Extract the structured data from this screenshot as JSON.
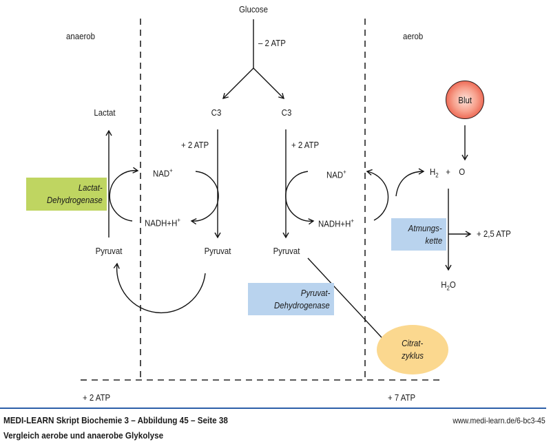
{
  "regions": {
    "anaerob": "anaerob",
    "aerob": "aerob"
  },
  "metabolites": {
    "glucose": "Glucose",
    "c3_left": "C3",
    "c3_right": "C3",
    "lactat": "Lactat",
    "pyruvat_anaerob": "Pyruvat",
    "pyruvat_mid": "Pyruvat",
    "pyruvat_aerob": "Pyruvat",
    "nad_left": "NAD",
    "nad_left_sup": "+",
    "nadh_left": "NADH+H",
    "nadh_left_sup": "+",
    "nad_right": "NAD",
    "nad_right_sup": "+",
    "nadh_right": "NADH+H",
    "nadh_right_sup": "+",
    "h2": "H",
    "h2_sub": "2",
    "plus": "+",
    "o": "O",
    "h2o_h": "H",
    "h2o_sub": "2",
    "h2o_o": "O"
  },
  "atp": {
    "glucose_cost": "– 2 ATP",
    "left_gain": "+ 2 ATP",
    "right_gain": "+ 2 ATP",
    "atmungskette_gain": "+ 2,5 ATP",
    "total_anaerob": "+ 2 ATP",
    "total_aerob": "+ 7 ATP"
  },
  "enzymes": {
    "ldh_line1": "Lactat-",
    "ldh_line2": "Dehydrogenase",
    "pdh_line1": "Pyruvat-",
    "pdh_line2": "Dehydrogenase",
    "atm_line1": "Atmungs-",
    "atm_line2": "kette"
  },
  "nodes": {
    "blut": "Blut",
    "citrat_line1": "Citrat-",
    "citrat_line2": "zyklus"
  },
  "colors": {
    "ldh_box": "#bfd561",
    "blue_box": "#b9d3ee",
    "citrat": "#fbd88f",
    "blut": "#e3341f",
    "footer_rule": "#2b5ea8"
  },
  "footer": {
    "caption_line1": "MEDI-LEARN Skript Biochemie 3 – Abbildung 45 – Seite 38",
    "caption_line2": "Vergleich aerobe und anaerobe Glykolyse",
    "url": "www.medi-learn.de/6-bc3-45"
  }
}
